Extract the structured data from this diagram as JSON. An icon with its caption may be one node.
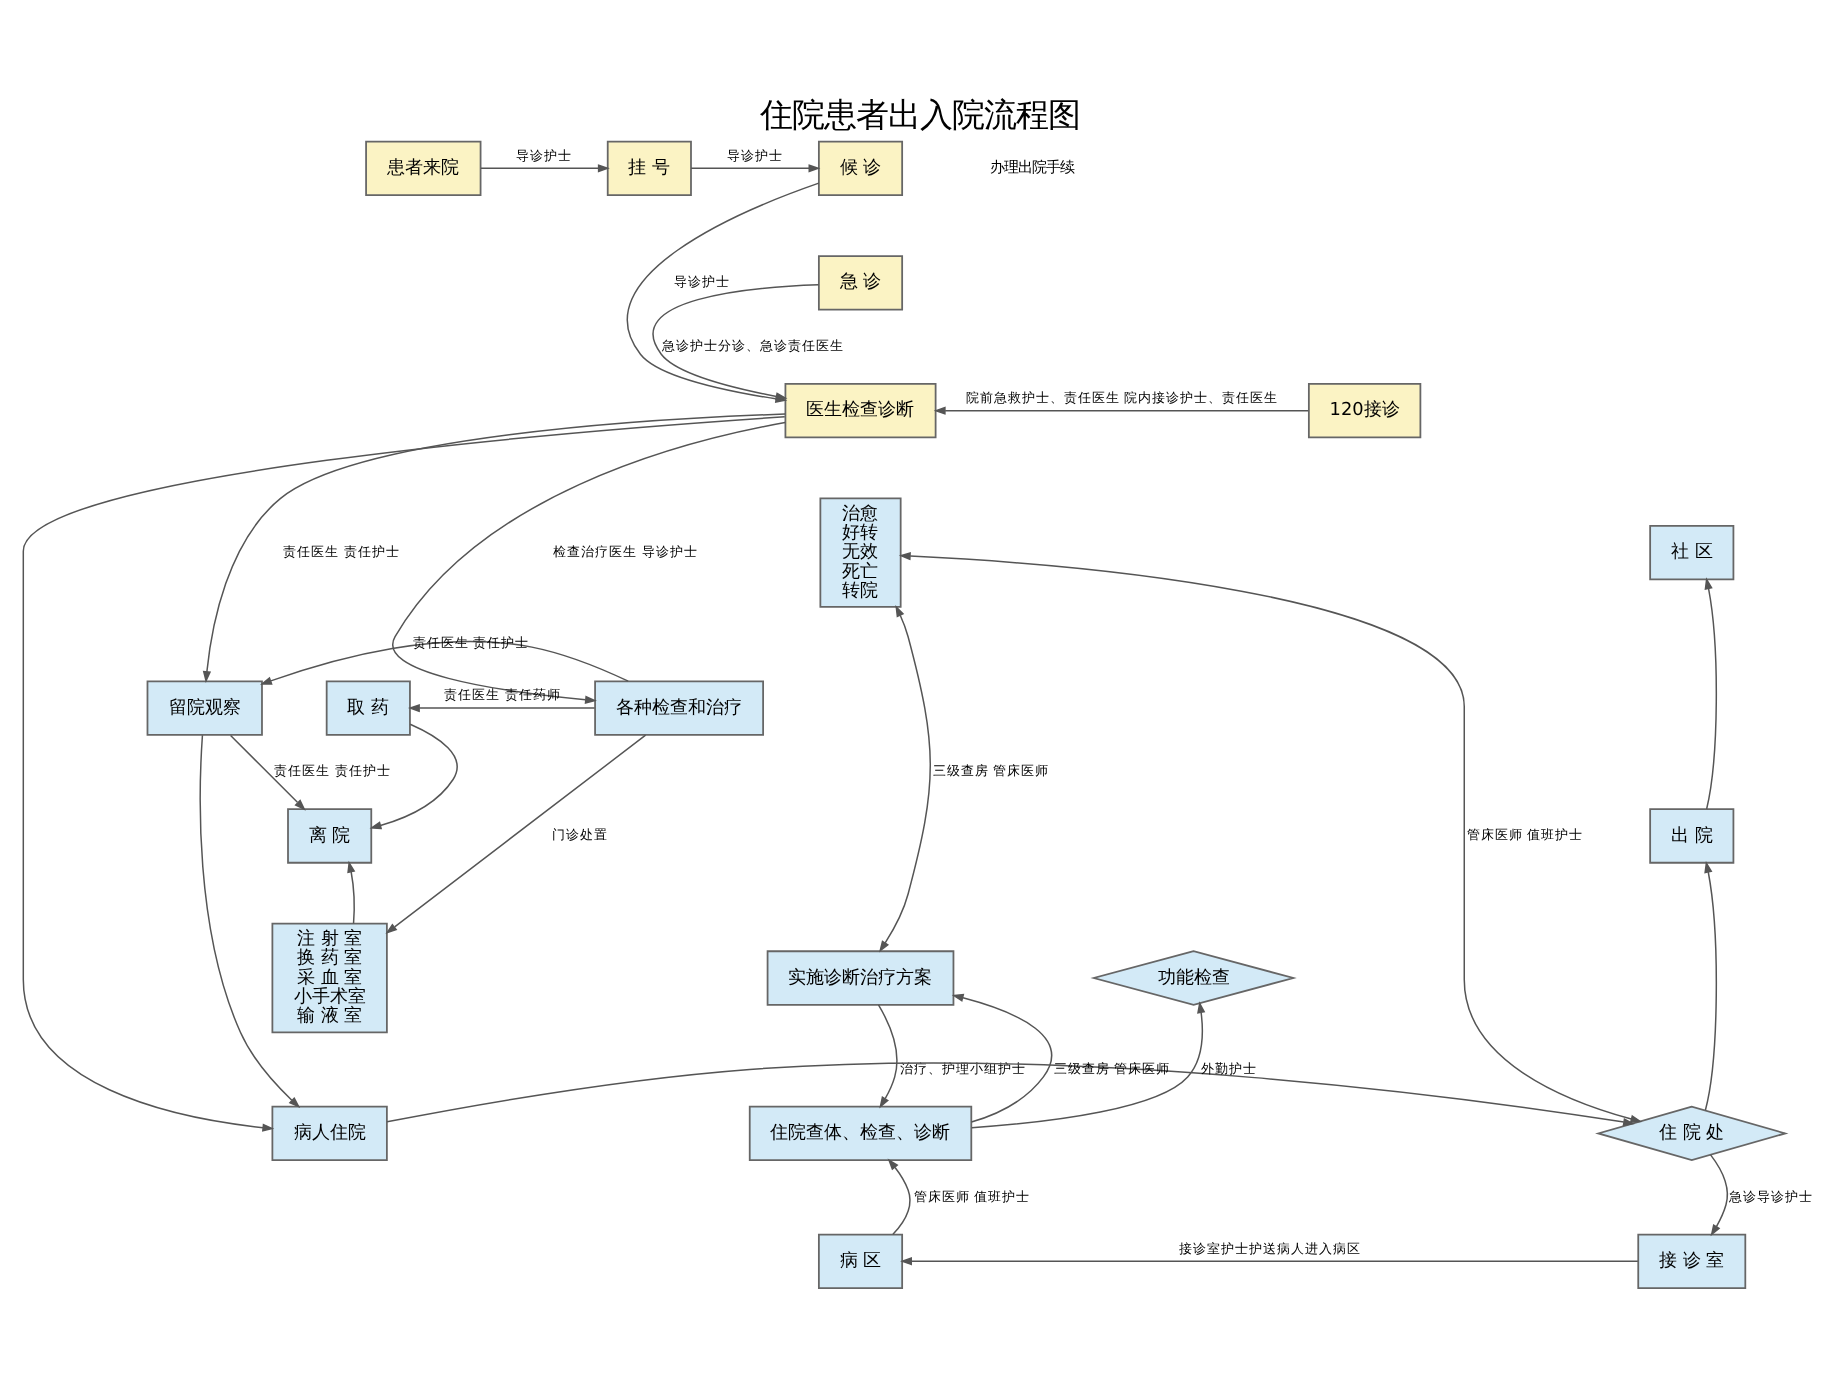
{
  "diagram": {
    "title": "住院患者出入院流程图",
    "nodes": [
      {
        "text": [
          "患者来院"
        ]
      },
      {
        "text": [
          "挂 号"
        ]
      },
      {
        "text": [
          "候 诊"
        ]
      },
      {
        "text": [
          "急 诊"
        ]
      },
      {
        "text": [
          "120接诊"
        ]
      },
      {
        "text": [
          "医生检查诊断"
        ]
      },
      {
        "text": [
          "社 区"
        ]
      },
      {
        "text": [
          "取 药"
        ]
      },
      {
        "text": [
          "各种检查和治疗"
        ]
      },
      {
        "text": [
          "留院观察"
        ]
      },
      {
        "text": [
          "治愈",
          "好转",
          "无效",
          "死亡",
          "转院"
        ]
      },
      {
        "text": [
          "出 院"
        ]
      },
      {
        "text": [
          "离 院"
        ]
      },
      {
        "text": [
          "实施诊断治疗方案"
        ]
      },
      {
        "text": [
          "住 院 处"
        ]
      },
      {
        "text": [
          "病人住院"
        ]
      },
      {
        "text": [
          "注 射 室",
          "换 药 室",
          "采 血 室",
          "小手术室",
          "输 液 室"
        ]
      },
      {
        "text": [
          "功能检查"
        ]
      },
      {
        "text": [
          "住院查体、检查、诊断"
        ]
      },
      {
        "text": [
          "接 诊 室"
        ]
      },
      {
        "text": [
          "病 区"
        ]
      }
    ],
    "edges": [
      {
        "from": 0,
        "to": 1,
        "arrow": "to",
        "label": "导诊护士"
      },
      {
        "from": 1,
        "to": 2,
        "arrow": "to",
        "label": "导诊护士"
      },
      {
        "from": 2,
        "to": 5,
        "arrow": "to",
        "label": "导诊护士"
      },
      {
        "from": 3,
        "to": 5,
        "arrow": "to",
        "label": "急诊护士分诊、急诊责任医生"
      },
      {
        "from": 4,
        "to": 5,
        "arrow": "to",
        "label": "院前急救护士、责任医生 院内接诊护士、责任医生"
      },
      {
        "from": 5,
        "to": 9,
        "arrow": "to",
        "label": "责任医生 责任护士"
      },
      {
        "from": 5,
        "to": 8,
        "arrow": "to",
        "label": "检查治疗医生 导诊护士"
      },
      {
        "from": 5,
        "to": 15,
        "arrow": "to"
      },
      {
        "from": 8,
        "to": 7,
        "arrow": "to",
        "label": "责任医生 责任药师"
      },
      {
        "from": 8,
        "to": 9,
        "arrow": "to",
        "label": "责任医生 责任护士"
      },
      {
        "from": 8,
        "to": 16,
        "arrow": "to",
        "label": "门诊处置"
      },
      {
        "from": 7,
        "to": 12,
        "arrow": "to"
      },
      {
        "from": 16,
        "to": 12,
        "arrow": "to"
      },
      {
        "from": 9,
        "to": 12,
        "arrow": "to",
        "label": "责任医生 责任护士"
      },
      {
        "from": 9,
        "to": 15,
        "arrow": "to"
      },
      {
        "from": 15,
        "to": 14,
        "arrow": "to"
      },
      {
        "from": 14,
        "to": 11,
        "arrow": "to"
      },
      {
        "from": 11,
        "to": 6,
        "arrow": "to"
      },
      {
        "from": 14,
        "to": 19,
        "arrow": "to",
        "label": "急诊导诊护士"
      },
      {
        "from": 19,
        "to": 20,
        "arrow": "to",
        "label": "接诊室护士护送病人进入病区"
      },
      {
        "from": 20,
        "to": 18,
        "arrow": "to",
        "label": "管床医师 值班护士"
      },
      {
        "from": 18,
        "to": 17,
        "arrow": "to",
        "label": "外勤护士"
      },
      {
        "from": 13,
        "to": 18,
        "arrow": "to",
        "label": "治疗、护理小组护士"
      },
      {
        "from": 18,
        "to": 13,
        "arrow": "to",
        "label": "三级查房 管床医师"
      },
      {
        "from": 13,
        "to": 10,
        "arrow": "both",
        "label": "三级查房 管床医师"
      },
      {
        "from": 10,
        "to": 14,
        "arrow": "both",
        "label": "管床医师 值班护士"
      }
    ],
    "labels": [
      "办理出院手续"
    ]
  }
}
